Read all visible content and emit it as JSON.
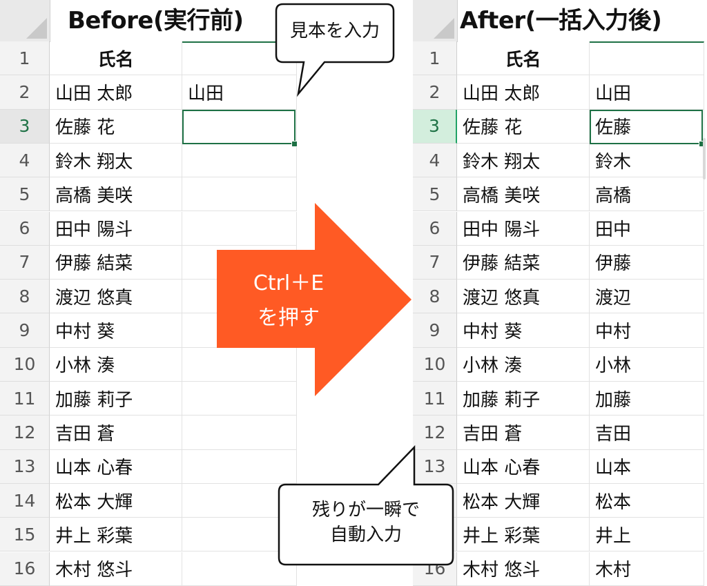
{
  "before_title": "Before(実行前)",
  "after_title": "After(一括入力後)",
  "header_name": "氏名",
  "row_numbers": [
    "1",
    "2",
    "3",
    "4",
    "5",
    "6",
    "7",
    "8",
    "9",
    "10",
    "11",
    "12",
    "13",
    "14",
    "15",
    "16"
  ],
  "names": [
    "山田 太郎",
    "佐藤 花",
    "鈴木 翔太",
    "高橋 美咲",
    "田中 陽斗",
    "伊藤 結菜",
    "渡辺 悠真",
    "中村 葵",
    "小林 湊",
    "加藤 莉子",
    "吉田 蒼",
    "山本 心春",
    "松本 大輝",
    "井上 彩葉",
    "木村 悠斗"
  ],
  "before_colB": [
    "山田"
  ],
  "after_colB": [
    "山田",
    "佐藤",
    "鈴木",
    "高橋",
    "田中",
    "伊藤",
    "渡辺",
    "中村",
    "小林",
    "加藤",
    "吉田",
    "山本",
    "松本",
    "井上",
    "木村"
  ],
  "bubble_top": "見本を入力",
  "arrow_line1": "Ctrl＋E",
  "arrow_line2": "を押す",
  "bubble_bottom_line1": "残りが一瞬で",
  "bubble_bottom_line2": "自動入力",
  "colors": {
    "arrow": "#ff5a24",
    "selection": "#1e7145",
    "selected_row_header": "#d3eedd",
    "header_bg": "#f3f3f3"
  }
}
